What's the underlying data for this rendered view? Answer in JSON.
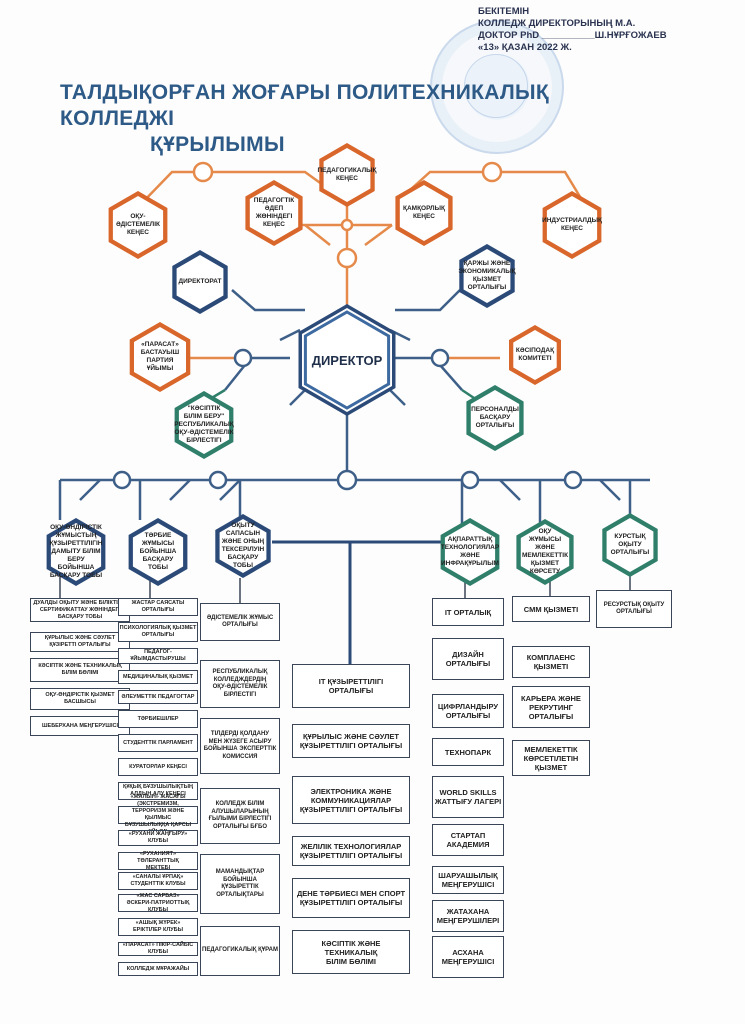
{
  "approval": {
    "line1": "БЕКІТЕМІН",
    "line2": "КОЛЛЕДЖ ДИРЕКТОРЫНЫҢ М.А.",
    "line3": "ДОКТОР PhD __________Ш.НҰРҒОЖАЕВ",
    "line4": "«13» ҚАЗАН  2022 Ж."
  },
  "title": {
    "line1": "ТАЛДЫҚОРҒАН ЖОҒАРЫ ПОЛИТЕХНИКАЛЫҚ КОЛЛЕДЖІ",
    "line2": "ҚҰРЫЛЫМЫ"
  },
  "colors": {
    "orange": "#d9662a",
    "navy": "#2b4a78",
    "teal": "#2f7f6a",
    "line_orange": "#e58a4a",
    "line_navy": "#3d5f88"
  },
  "councils": [
    {
      "label": "ОҚУ-\nӘДІСТЕМЕЛІК\nКЕҢЕС"
    },
    {
      "label": "ПЕДАГОГТІК ӘДЕП\nЖӨНІНДЕГІ КЕҢЕС"
    },
    {
      "label": "ПЕДАГОГИКАЛЫҚ\nКЕҢЕС"
    },
    {
      "label": "ҚАМҚОРЛЫҚ\nКЕҢЕС"
    },
    {
      "label": "ИНДУСТРИАЛДЫҚ\nКЕҢЕС"
    }
  ],
  "director": {
    "label": "ДИРЕКТОР"
  },
  "director_left": [
    {
      "label": "ДИРЕКТОРАТ"
    },
    {
      "label": "«ПАРАСАТ»\nБАСТАУЫШ\nПАРТИЯ\nҰЙЫМЫ"
    },
    {
      "label": "\"КӘСІПТІК\nБІЛІМ БЕРУ\"\nРЕСПУБЛИКАЛЫҚ\nОҚУ-ӘДІСТЕМЕЛІК\nБІРЛЕСТІГІ"
    }
  ],
  "director_right": [
    {
      "label": "ҚАРЖЫ ЖӘНЕ\nЭКОНОМИКАЛЫҚ\nҚЫЗМЕТ ОРТАЛЫҒЫ"
    },
    {
      "label": "КӘСІПОДАҚ\nКОМИТЕТІ"
    },
    {
      "label": "ПЕРСОНАЛДЫ\nБАСҚАРУ\nОРТАЛЫҒЫ"
    }
  ],
  "departments": [
    {
      "label": "ОҚУ-ӨНДІРІСТІК\nЖҰМЫСТЫҢ\nҚҰЗЫРЕТТІЛІГІН\nДАМЫТУ БІЛІМ\nБЕРУ БОЙЫНША\nБАСҚАРУ ТОБЫ"
    },
    {
      "label": "ТӘРБИЕ ЖҰМЫСЫ\nБОЙЫНША\nБАСҚАРУ ТОБЫ"
    },
    {
      "label": "ОҚЫТУ САПАСЫН\nЖӘНЕ ОНЫҢ\nТЕКСЕРІЛУІН\nБАСҚАРУ ТОБЫ"
    },
    {
      "label": "АҚПАРАТТЫҚ\nТЕХНОЛОГИЯЛАР\nЖӘНЕ\nИНФРАҚҰРЫЛЫМ"
    },
    {
      "label": "ОҚУ ЖҰМЫСЫ\nЖӘНЕ\nМЕМЛЕКЕТТІК\nҚЫЗМЕТ КӨРСЕТУ"
    },
    {
      "label": "КУРСТЫҚ\nОҚЫТУ\nОРТАЛЫҒЫ"
    }
  ],
  "col1": [
    "ДУАЛДЫ ОҚЫТУ ЖӘНЕ БІЛІКТІЛІК\nСЕРТИФИКАТТАУ ЖӨНІНДЕГІ\nБАСҚАРУ ТОБЫ",
    "ҚҰРЫЛЫС ЖӘНЕ СӘУЛЕТ\nҚҰЗІРЕТТІ ОРТАЛЫҒЫ",
    "КӘСІПТІК ЖӘНЕ ТЕХНИКАЛЫҚ\nБІЛІМ БӨЛІМІ",
    "ОҚУ-ӨНДІРІСТІК ҚЫЗМЕТ\nБАСШЫСЫ",
    "ШЕБЕРХАНА МЕҢГЕРУШІСІ"
  ],
  "col2": [
    "ЖАСТАР САЯСАТЫ\nОРТАЛЫҒЫ",
    "ПСИХОЛОГИЯЛЫҚ ҚЫЗМЕТ\nОРТАЛЫҒЫ",
    "ПЕДАГОГ-ҰЙЫМДАСТЫРУШЫ",
    "МЕДИЦИНАЛЫҚ ҚЫЗМЕТ",
    "ӘЛЕУМЕТТІК ПЕДАГОГТАР",
    "ТӘРБИЕШІЛЕР",
    "СТУДЕНТТІК ПАРЛАМЕНТ",
    "КУРАТОРЛАР КЕҢЕСІ",
    "ҚҰҚЫҚ БҰЗУШЫЛЫҚТЫҢ\nАЛДЫН АЛУ КЕҢЕСІ",
    "«ЖАЛЫН» ЖАСАҒЫ (ЭКСТРЕМИЗМ,\nТЕРРОРИЗМ ЖӘНЕ ҚЫЛМЫС\nБҰЗУШЫЛЫҚҚА ҚАРСЫ ҰЙЫМ)",
    "«РУХАНИ ЖАҢҒЫРУ» КЛУБЫ",
    "«РУХАНИЯТ» ТӨЛЕРАНТТЫҚ\nМЕКТЕБІ",
    "«САНАЛЫ ҰРПАҚ»\nСТУДЕНТТІК КЛУБЫ",
    "«ЖАС САРБАЗ»\nӘСКЕРИ-ПАТРИОТТЫҚ КЛУБЫ",
    "«АШЫҚ ЖҮРЕК»\nЕРІКТІЛЕР КЛУБЫ",
    "«ПАРАСАТ» ПІКІР-САЙЫС КЛУБЫ",
    "КОЛЛЕДЖ МҰРАЖАЙЫ"
  ],
  "col3": [
    "ӘДІСТЕМЕЛІК ЖҰМЫС\nОРТАЛЫҒЫ",
    "РЕСПУБЛИКАЛЫҚ\nКОЛЛЕДЖДЕРДІҢ\nОҚУ-ӘДІСТЕМЕЛІК\nБІРЛЕСТІГІ",
    "ТІЛДЕРДІ ҚОЛДАНУ\nМЕН ЖҮЗЕГЕ АСЫРУ\nБОЙЫНША ЭКСПЕРТТІК\nКОМИССИЯ",
    "КОЛЛЕДЖ БІЛІМ\nАЛУШЫЛАРЫНЫҢ\nҒЫЛЫМИ БІРЛЕСТІГІ\nОРТАЛЫҒЫ БҒБО",
    "МАМАНДЫҚТАР\nБОЙЫНША\nҚҰЗЫРЕТТІК\nОРТАЛЫҚТАРЫ",
    "ПЕДАГОГИКАЛЫҚ ҚҰРАМ"
  ],
  "col4": [
    "IT ҚҰЗЫРЕТТІЛІГІ\nОРТАЛЫҒЫ",
    "ҚҰРЫЛЫС ЖӘНЕ СӘУЛЕТ\nҚҰЗЫРЕТТІЛІГІ ОРТАЛЫҒЫ",
    "ЭЛЕКТРОНИКА ЖӘНЕ\nКОММУНИКАЦИЯЛАР\nҚҰЗЫРЕТТІЛІГІ ОРТАЛЫҒЫ",
    "ЖЕЛІЛІК ТЕХНОЛОГИЯЛАР\nҚҰЗЫРЕТТІЛІГІ ОРТАЛЫҒЫ",
    "ДЕНЕ ТӘРБИЕСІ МЕН СПОРТ\nҚҰЗЫРЕТТІЛІГІ ОРТАЛЫҒЫ",
    "КӘСІПТІК ЖӘНЕ\nТЕХНИКАЛЫҚ\nБІЛІМ БӨЛІМІ"
  ],
  "col5": [
    "IT ОРТАЛЫҚ",
    "ДИЗАЙН\nОРТАЛЫҒЫ",
    "ЦИФРЛАНДЫРУ\nОРТАЛЫҒЫ",
    "ТЕХНОПАРК",
    "WORLD SKILLS\nЖАТТЫҒУ ЛАГЕРІ",
    "СТАРТАП\nАКАДЕМИЯ",
    "ШАРУАШЫЛЫҚ\nМЕҢГЕРУШІСІ",
    "ЖАТАХАНА\nМЕҢГЕРУШІЛЕРІ",
    "АСХАНА\nМЕҢГЕРУШІСІ"
  ],
  "col6": [
    "СММ ҚЫЗМЕТІ",
    "КОМПЛАЕНС\nҚЫЗМЕТІ",
    "КАРЬЕРА ЖӘНЕ\nРЕКРУТИНГ\nОРТАЛЫҒЫ",
    "МЕМЛЕКЕТТІК\nКӨРСЕТІЛЕТІН\nҚЫЗМЕТ"
  ],
  "col7": [
    "РЕСУРСТЫҚ ОҚЫТУ\nОРТАЛЫҒЫ"
  ]
}
